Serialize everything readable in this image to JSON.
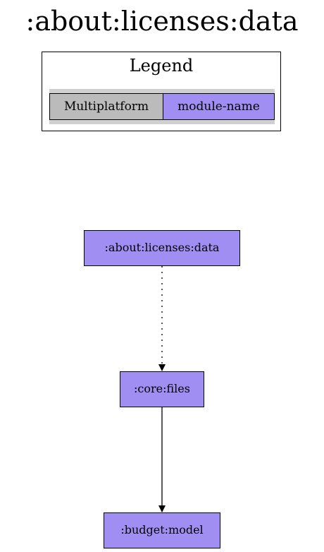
{
  "title": ":about:licenses:data",
  "legend": {
    "title": "Legend",
    "entries": [
      {
        "label": "Multiplatform",
        "color": "#bbbbbb"
      },
      {
        "label": "module-name",
        "color": "#a08ef2"
      }
    ]
  },
  "nodes": {
    "about": {
      "label": ":about:licenses:data",
      "color": "#a08ef2"
    },
    "files": {
      "label": ":core:files",
      "color": "#a08ef2"
    },
    "model": {
      "label": ":budget:model",
      "color": "#a08ef2"
    }
  },
  "edges": [
    {
      "from": ":about:licenses:data",
      "to": ":core:files",
      "style": "dotted"
    },
    {
      "from": ":core:files",
      "to": ":budget:model",
      "style": "solid"
    }
  ]
}
